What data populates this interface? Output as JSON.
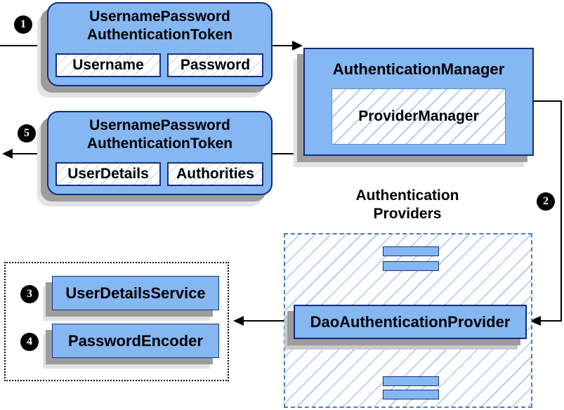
{
  "request_token": {
    "badge": "1",
    "title_line1": "UsernamePassword",
    "title_line2": "AuthenticationToken",
    "field_left": "Username",
    "field_right": "Password"
  },
  "authentication_manager": {
    "title": "AuthenticationManager",
    "inner_label": "ProviderManager"
  },
  "response_token": {
    "badge": "5",
    "title_line1": "UsernamePassword",
    "title_line2": "AuthenticationToken",
    "field_left": "UserDetails",
    "field_right": "Authorities"
  },
  "authentication_providers": {
    "badge": "2",
    "label_line1": "Authentication",
    "label_line2": "Providers",
    "dao_label": "DaoAuthenticationProvider"
  },
  "services": {
    "user_details_service": {
      "badge": "3",
      "label": "UserDetailsService"
    },
    "password_encoder": {
      "badge": "4",
      "label": "PasswordEncoder"
    }
  },
  "colors": {
    "box_fill_blue": "#85b7f3",
    "box_border_navy": "#122b7d",
    "hatch_blue": "#a9c9ef",
    "dashed_border_blue": "#4a7cc8",
    "shadow_gray": "#9d9d9d",
    "arrow_black": "#000000"
  }
}
